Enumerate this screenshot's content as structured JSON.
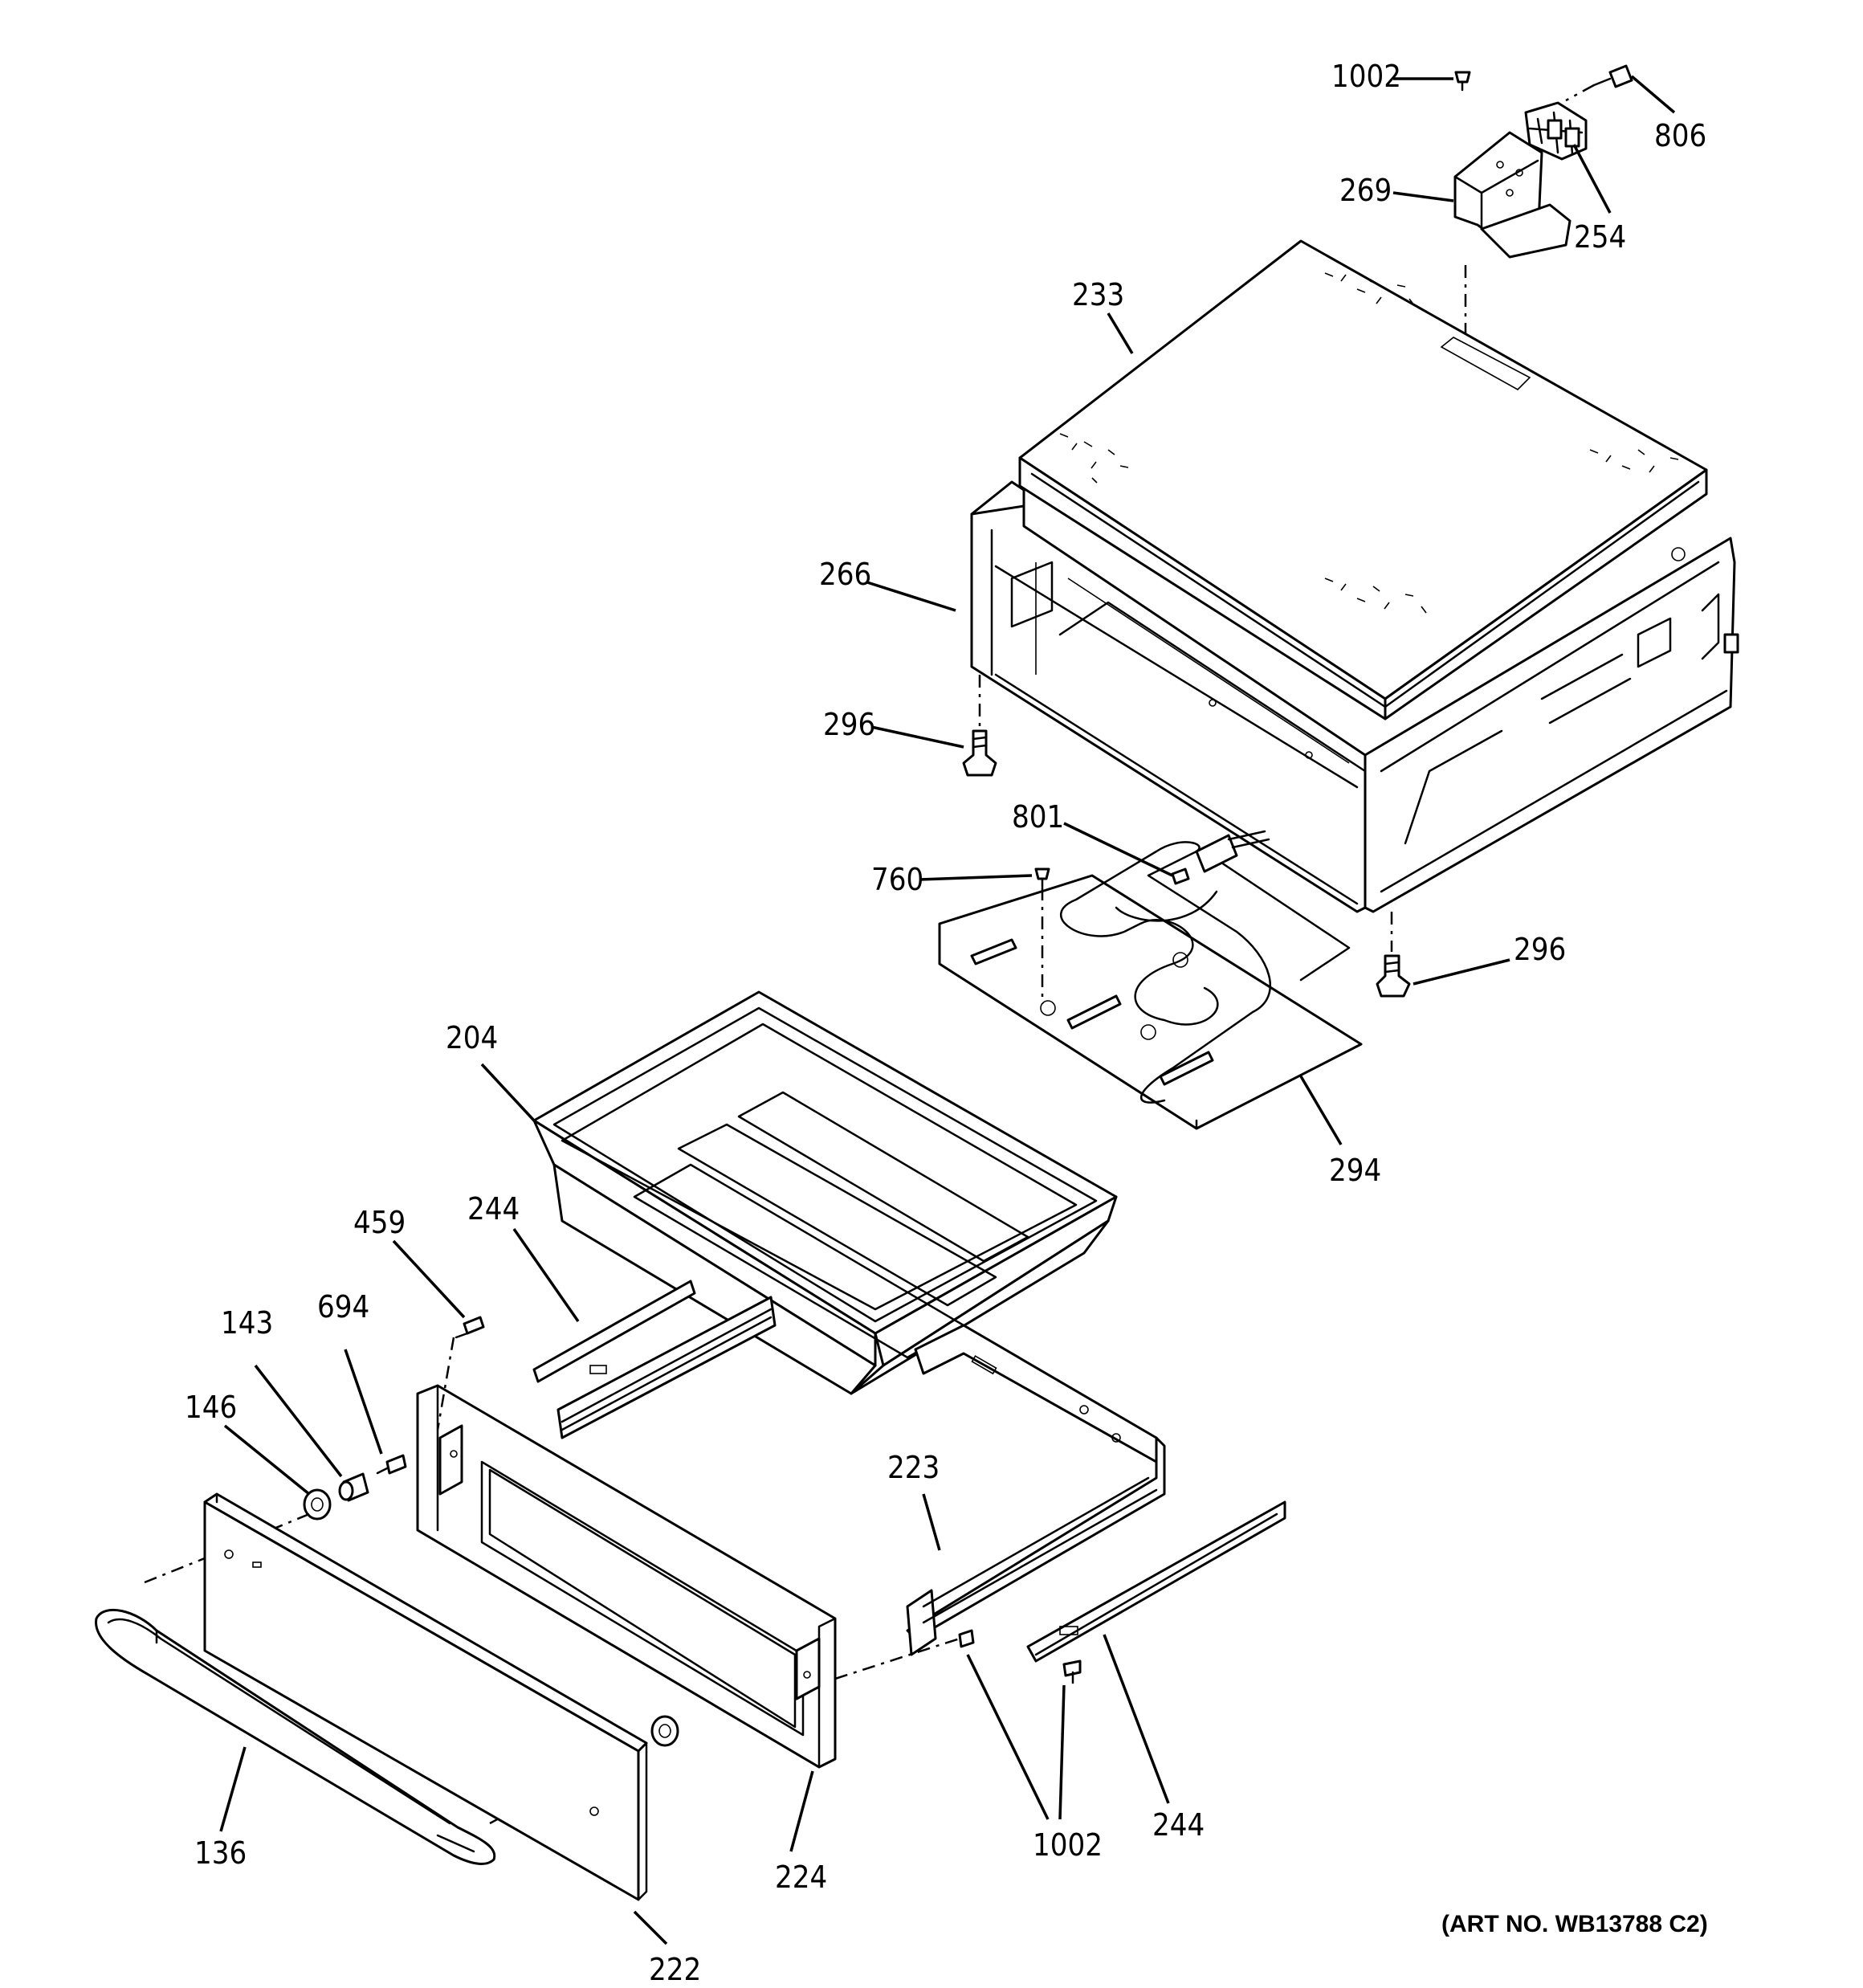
{
  "callouts": {
    "c1002_top": "1002",
    "c806": "806",
    "c269": "269",
    "c254": "254",
    "c233": "233",
    "c266": "266",
    "c296_left": "296",
    "c296_right": "296",
    "c801": "801",
    "c760": "760",
    "c204": "204",
    "c294": "294",
    "c244_left": "244",
    "c459": "459",
    "c143": "143",
    "c694": "694",
    "c146": "146",
    "c223": "223",
    "c136": "136",
    "c224": "224",
    "c1002_bottom": "1002",
    "c244_right": "244",
    "c222": "222"
  },
  "art_number": "(ART NO. WB13788 C2)"
}
